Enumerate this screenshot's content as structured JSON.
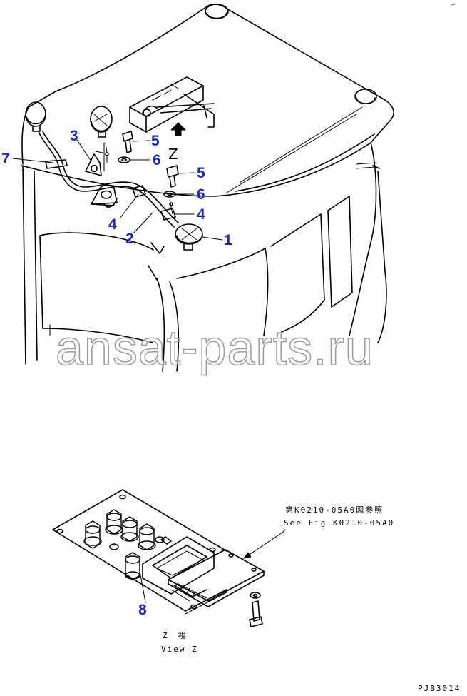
{
  "drawing": {
    "corner_mark": "⌐",
    "view_letter": "Z",
    "watermark": "ansat-parts.ru",
    "callouts": {
      "c1": "1",
      "c2": "2",
      "c3": "3",
      "c4a": "4",
      "c4b": "4",
      "c5a": "5",
      "c5b": "5",
      "c6a": "6",
      "c6b": "6",
      "c7": "7",
      "c8": "8"
    },
    "reference_jp": "第K0210-05A0図参照",
    "reference_en": "See Fig.K0210-05A0",
    "view_label_jp": "Z　視",
    "view_label_en": "View Z",
    "drawing_code": "PJB3014",
    "colors": {
      "callout": "#1a2bb8",
      "line": "#000000",
      "watermark_stroke": "#9a9a9a"
    }
  }
}
